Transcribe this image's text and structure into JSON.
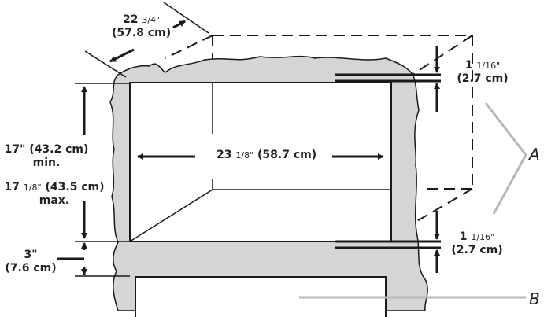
{
  "dimensions": {
    "depth": {
      "imperial_whole": "22",
      "imperial_frac": "3/4\"",
      "metric": "(57.8 cm)"
    },
    "width": {
      "imperial_whole": "23",
      "imperial_frac": "1/8\"",
      "metric": "(58.7 cm)"
    },
    "height_min": {
      "imperial": "17\" (43.2 cm)",
      "note": "min."
    },
    "height_max": {
      "imperial_whole": "17",
      "imperial_frac": "1/8\"",
      "metric": "(43.5 cm)",
      "note": "max."
    },
    "shelf": {
      "imperial": "3\"",
      "metric": "(7.6 cm)"
    },
    "top_gap": {
      "imperial_whole": "1",
      "imperial_frac": "1/16\"",
      "metric": "(2.7 cm)"
    },
    "bottom_gap": {
      "imperial_whole": "1",
      "imperial_frac": "1/16\"",
      "metric": "(2.7 cm)"
    }
  },
  "callouts": {
    "a": "A",
    "b": "B"
  },
  "colors": {
    "cabinet": "#d4d5d7",
    "line": "#1a1a1a",
    "callout": "#b8b8b8"
  }
}
